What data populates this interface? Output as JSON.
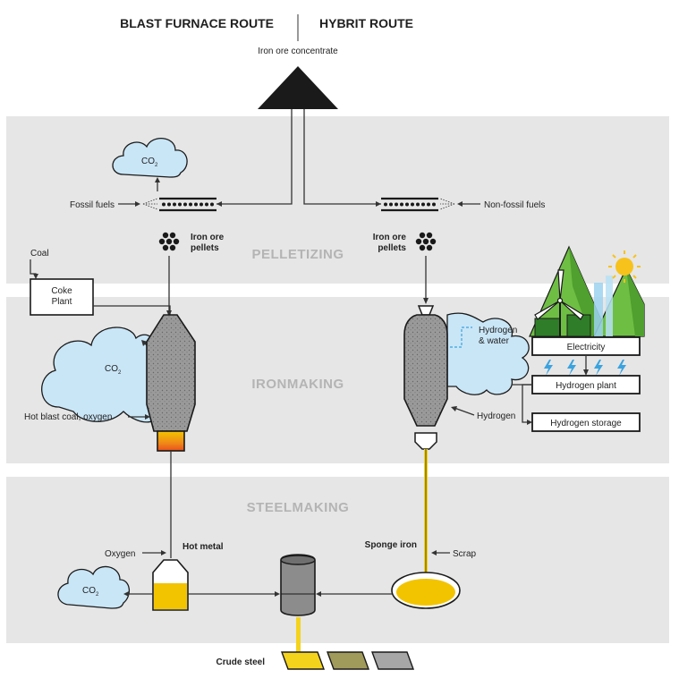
{
  "headers": {
    "left": "BLAST FURNACE ROUTE",
    "right": "HYBRIT ROUTE"
  },
  "source": {
    "label": "Iron ore concentrate"
  },
  "stages": {
    "pelletizing": "PELLETIZING",
    "ironmaking": "IRONMAKING",
    "steelmaking": "STEELMAKING"
  },
  "blast_furnace": {
    "co2_top": "CO",
    "co2_top_sub": "2",
    "fossil_fuels": "Fossil fuels",
    "pellets_line1": "Iron ore",
    "pellets_line2": "pellets",
    "coal": "Coal",
    "coke_plant_line1": "Coke",
    "coke_plant_line2": "Plant",
    "co2_mid": "CO",
    "co2_mid_sub": "2",
    "hot_blast": "Hot blast coal, oxygen",
    "oxygen": "Oxygen",
    "hot_metal": "Hot metal",
    "co2_bottom": "CO",
    "co2_bottom_sub": "2"
  },
  "hybrit": {
    "non_fossil_fuels": "Non-fossil fuels",
    "pellets_line1": "Iron ore",
    "pellets_line2": "pellets",
    "hydrogen_water_line1": "Hydrogen",
    "hydrogen_water_line2": "& water",
    "hydrogen": "Hydrogen",
    "electricity": "Electricity",
    "hydrogen_plant": "Hydrogen plant",
    "hydrogen_storage": "Hydrogen storage",
    "sponge_iron": "Sponge iron",
    "scrap": "Scrap"
  },
  "output": {
    "crude_steel": "Crude steel"
  },
  "colors": {
    "band": "#e6e6e6",
    "cloud": "#c9e6f7",
    "cloud_stroke": "#1a1a1a",
    "furnace": "#9a9a9a",
    "molten": "#f2c400",
    "hot": "#e94f1c",
    "steel_slab": "#f4d31c",
    "slab_dark": "#a09a5b",
    "slab_gray": "#a7a7a7",
    "green": "#6fbe44",
    "sun": "#f7c21b",
    "bolt": "#3aa3df"
  }
}
